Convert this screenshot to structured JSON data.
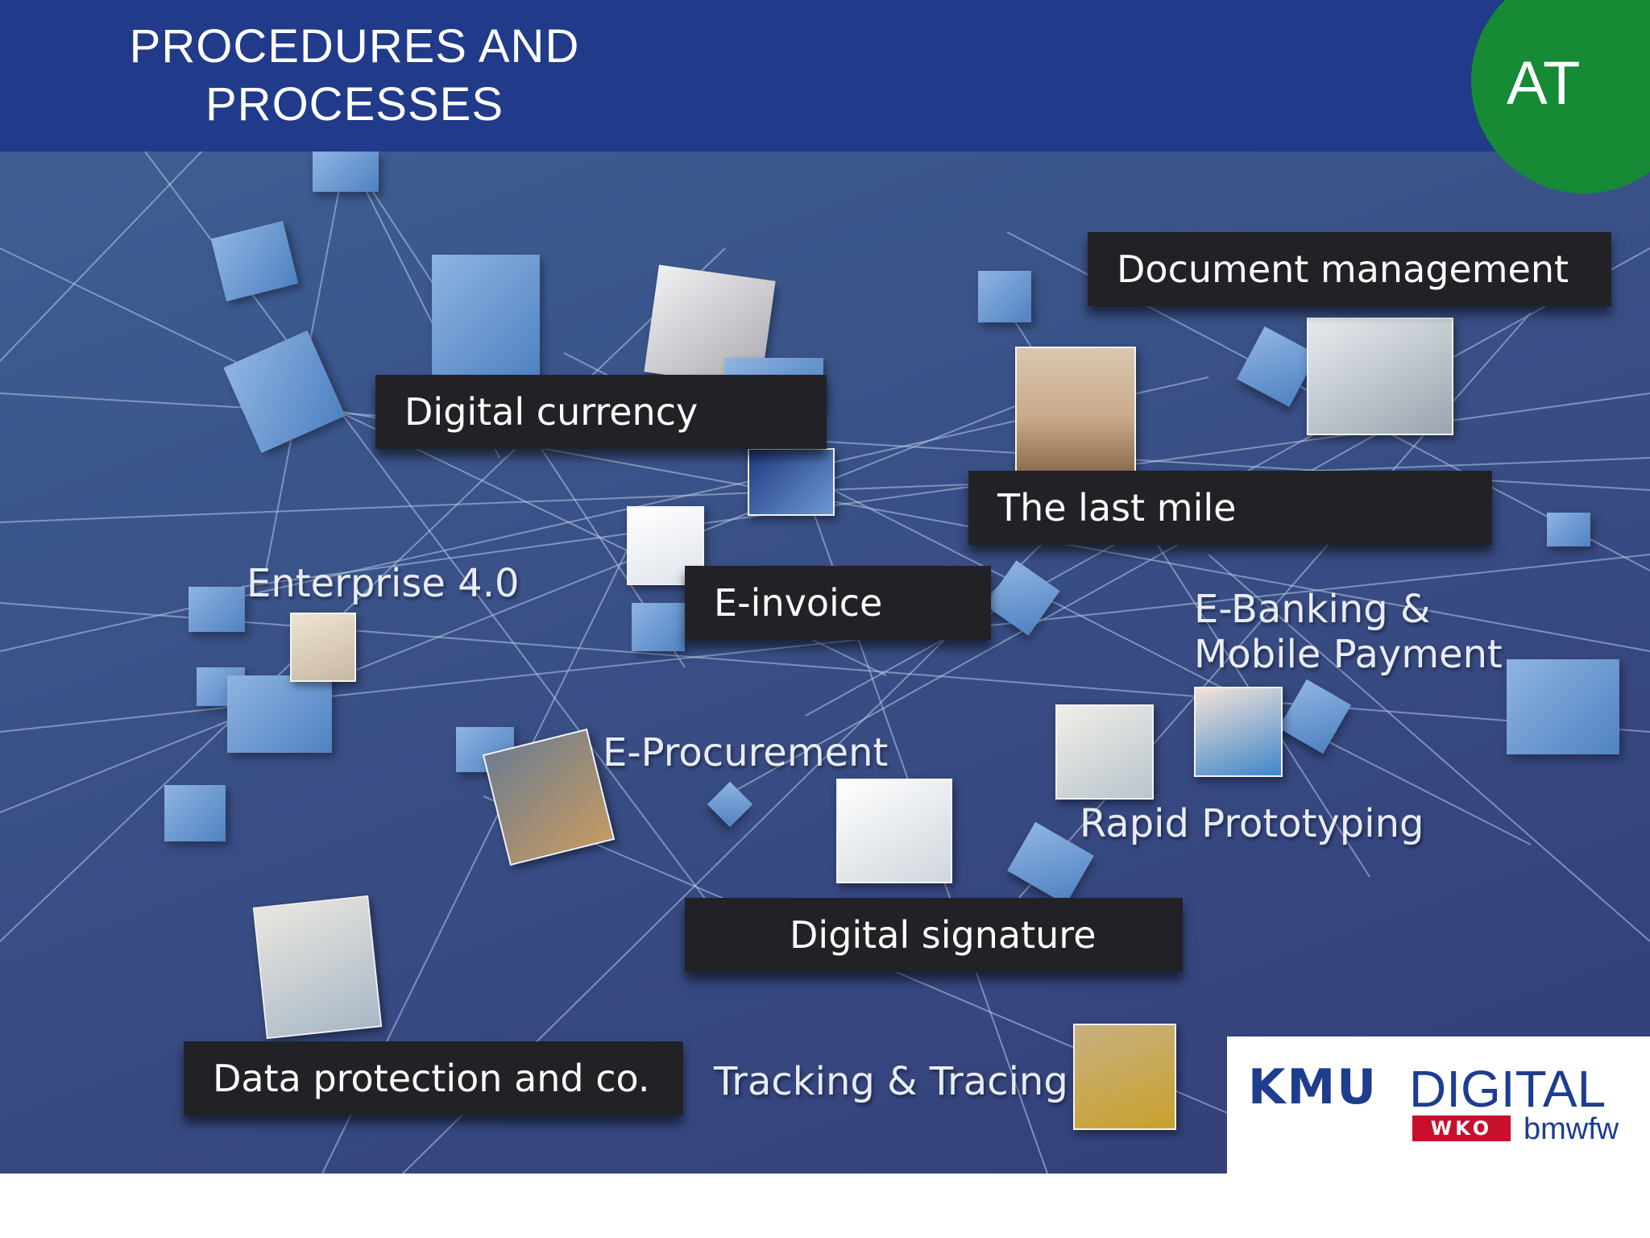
{
  "slide": {
    "title_line1": "PROCEDURES AND",
    "title_line2": "PROCESSES",
    "country_code": "AT"
  },
  "topics": {
    "document_management": "Document management",
    "digital_currency": "Digital currency",
    "last_mile": "The last mile",
    "e_invoice": "E-invoice",
    "enterprise": "Enterprise 4.0",
    "e_banking_line1": "E-Banking &",
    "e_banking_line2": "Mobile Payment",
    "e_procurement": "E-Procurement",
    "rapid_prototyping": "Rapid Prototyping",
    "digital_signature": "Digital signature",
    "data_protection": "Data protection and co.",
    "tracking": "Tracking & Tracing"
  },
  "logo": {
    "kmu": "KMU",
    "digital": "DIGITAL",
    "wko": "WKO",
    "bmwfw": "bmwfw"
  },
  "colors": {
    "header_blue": "#213a8a",
    "country_green": "#168a35",
    "tag_dark": "#222226",
    "logo_blue": "#1d3d8f",
    "wko_red": "#c8102e"
  }
}
